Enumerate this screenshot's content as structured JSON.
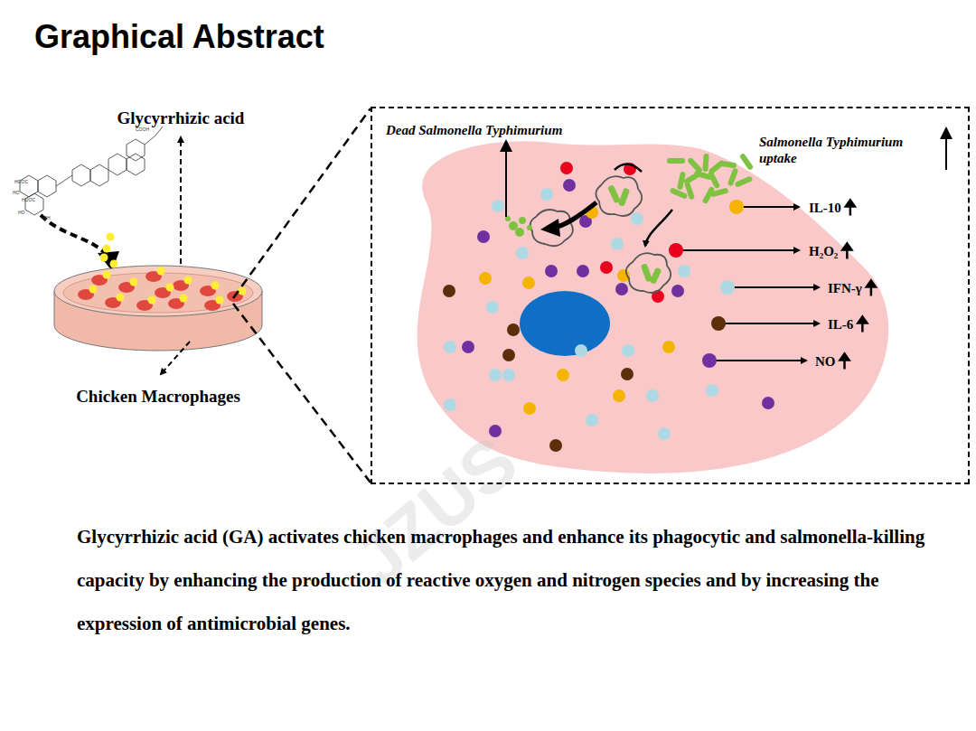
{
  "diagram": {
    "title": "Graphical Abstract",
    "caption": "Glycyrrhizic acid (GA) activates chicken macrophages and enhance its phagocytic and salmonella-killing capacity by enhancing the production of reactive oxygen and nitrogen species and by increasing the expression of antimicrobial genes.",
    "nodes": [
      {
        "text": [
          "Dead Salmonella Typhimurium",
          "Salmonella Typhimurium uptake",
          "IL-10",
          "H₂O₂",
          "IFN-γ",
          "IL-6",
          "NO"
        ]
      }
    ],
    "labels": [
      "Glycyrrhizic acid",
      "Chicken Macrophages",
      "COOH",
      "HOOC",
      "HOOC",
      "HO",
      "HO",
      "OH",
      "JZUS"
    ]
  }
}
